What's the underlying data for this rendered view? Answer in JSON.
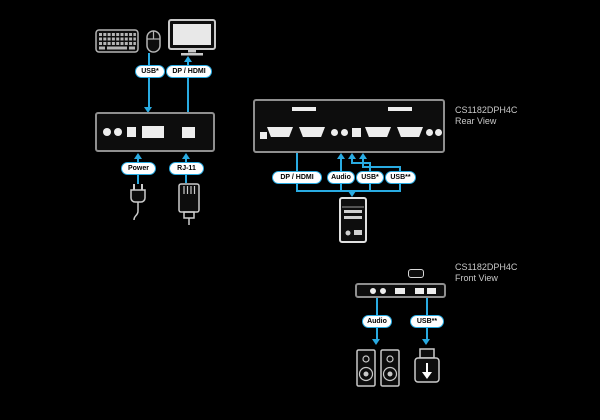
{
  "colors": {
    "accent": "#29ABE2",
    "line": "#B5B5B5",
    "label": "#C8C8C8",
    "port": "#EDEDED"
  },
  "console": {
    "usb_pill": "USB*",
    "video_pill": "DP / HDMI",
    "power_pill": "Power",
    "rj11_pill": "RJ-11"
  },
  "rear_view": {
    "device_line1": "CS1182DPH4C",
    "device_line2": "Rear View",
    "video_pill": "DP / HDMI",
    "audio_pill": "Audio",
    "usb_pill": "USB*",
    "usb2_pill": "USB**"
  },
  "front_view": {
    "device_line1": "CS1182DPH4C",
    "device_line2": "Front View",
    "audio_pill": "Audio",
    "usb2_pill": "USB**"
  },
  "icons": [
    "keyboard-icon",
    "mouse-icon",
    "monitor-icon",
    "power-plug-icon",
    "rj11-plug-icon",
    "computer-tower-icon",
    "speakers-icon",
    "usb-device-icon"
  ]
}
